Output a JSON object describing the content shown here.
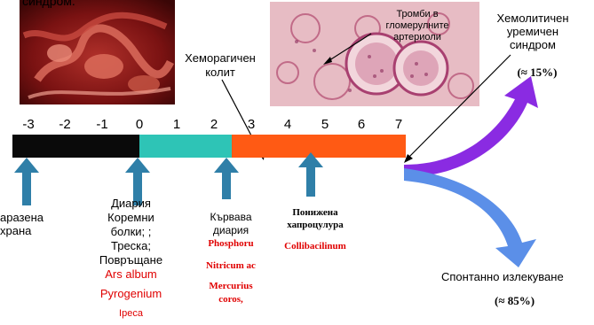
{
  "top_caption": "синдром.",
  "photo_caption": "Тромби в гломерулните артериоли",
  "colitis_label": "Хеморагичен колит",
  "hus_label": "Хемолитичен уремичен синдром",
  "hus_pct": "(≈ 15%)",
  "recovery_label": "Спонтанно излекуване",
  "recovery_pct": "(≈ 85%)",
  "ticks": [
    "-3",
    "-2",
    "-1",
    "0",
    "1",
    "2",
    "3",
    "4",
    "5",
    "6",
    "7"
  ],
  "stages": {
    "s1_text": "аразена храна",
    "s2_lines": [
      "Диария",
      "Коремни",
      "болки; ;",
      "Треска;",
      "Повръщане"
    ],
    "s2_remedies": [
      "Ars album",
      "Pyrogenium",
      "Ipeca"
    ],
    "s3_lines": [
      "Кървава",
      "диария"
    ],
    "s3_remedies": [
      "Phosphoru",
      "Nitricum ac",
      "Mercurius",
      "coros,"
    ],
    "s4_lines": [
      "Понижена",
      "хапроцулура"
    ],
    "s4_remedies": [
      "Collibacilinum"
    ]
  },
  "colors": {
    "black_segment": "#0a0a0a",
    "teal_segment": "#2ec4b6",
    "orange_segment": "#ff5a14",
    "arrow_blue": "#2f7fa8",
    "purple_arrow": "#8a2be2",
    "light_blue_arrow": "#5b8fe8",
    "remedy_red": "#e00000"
  }
}
